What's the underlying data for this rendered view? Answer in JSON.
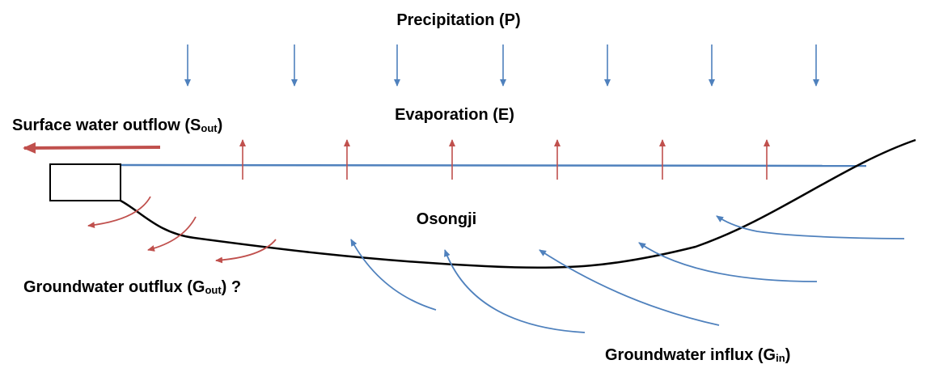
{
  "labels": {
    "precipitation": "Precipitation (P)",
    "evaporation": "Evaporation (E)",
    "surface_outflow_main": "Surface water outflow (S",
    "surface_outflow_sub": "out",
    "surface_outflow_end": ")",
    "lake_name": "Osongji",
    "gw_outflux_main": "Groundwater outflux (G",
    "gw_outflux_sub": "out",
    "gw_outflux_end": ") ?",
    "gw_influx_main": "Groundwater influx (G",
    "gw_influx_sub": "in",
    "gw_influx_end": ")"
  },
  "colors": {
    "blue": "#4f81bd",
    "red": "#c0504d",
    "black": "#000000"
  }
}
